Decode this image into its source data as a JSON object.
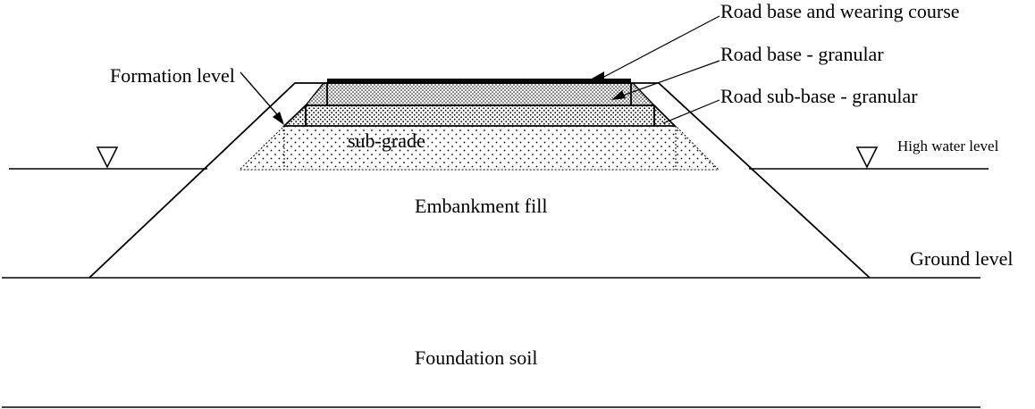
{
  "labels": {
    "road_base_wearing": "Road base and wearing course",
    "road_base_granular": "Road base - granular",
    "road_subbase_granular": "Road sub-base - granular",
    "formation_level": "Formation level",
    "sub_grade": "sub-grade",
    "high_water_level": "High water level",
    "embankment_fill": "Embankment fill",
    "ground_level": "Ground level",
    "foundation_soil": "Foundation soil"
  },
  "colors": {
    "line": "#000000",
    "background": "#ffffff"
  }
}
